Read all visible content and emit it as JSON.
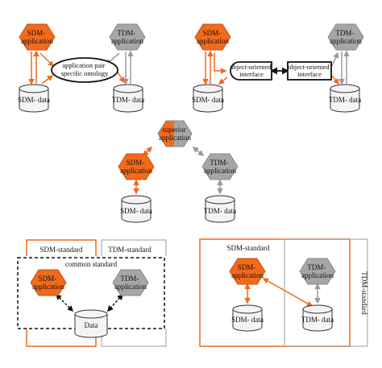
{
  "colors": {
    "sdm": "#f26a1b",
    "tdm": "#a6a6a6",
    "data_fill": "#f4f4f4",
    "stroke": "#333333",
    "arrow_orange": "#f26a1b",
    "arrow_gray": "#9a9a9a",
    "arrow_black": "#111111",
    "frame_orange": "#f26a1b",
    "frame_gray": "#999999"
  },
  "panel1": {
    "sdm_app": [
      "SDM-",
      "application"
    ],
    "tdm_app": [
      "TDM-",
      "application"
    ],
    "ontology": [
      "application pair",
      "specific ontology"
    ],
    "sdm_data": "SDM- data",
    "tdm_data": "TDM- data"
  },
  "panel2": {
    "sdm_app": [
      "SDM-",
      "application"
    ],
    "tdm_app": [
      "TDM-",
      "application"
    ],
    "sdm_interface": [
      "object-oriented",
      "interface"
    ],
    "tdm_interface": [
      "object-oriented",
      "interface"
    ],
    "sdm_data": "SDM- data",
    "tdm_data": "TDM- data"
  },
  "panel3": {
    "superior_app": [
      "superior",
      "application"
    ],
    "sdm_app": [
      "SDM-",
      "application"
    ],
    "tdm_app": [
      "TDM-",
      "application"
    ],
    "sdm_data": "SDM- data",
    "tdm_data": "TDM- data"
  },
  "panel4": {
    "sdm_standard": "SDM-standard",
    "tdm_standard": "TDM-standard",
    "common_standard": "common standard",
    "sdm_app": [
      "SDM-",
      "application"
    ],
    "tdm_app": [
      "TDM-",
      "application"
    ],
    "data": "Data"
  },
  "panel5": {
    "sdm_standard": "SDM-standard",
    "tdm_standard": "TDM-standard",
    "sdm_app": [
      "SDM-",
      "application"
    ],
    "tdm_app": [
      "TDM-",
      "application"
    ],
    "sdm_data": "SDM- data",
    "tdm_data": "TDM- data"
  }
}
